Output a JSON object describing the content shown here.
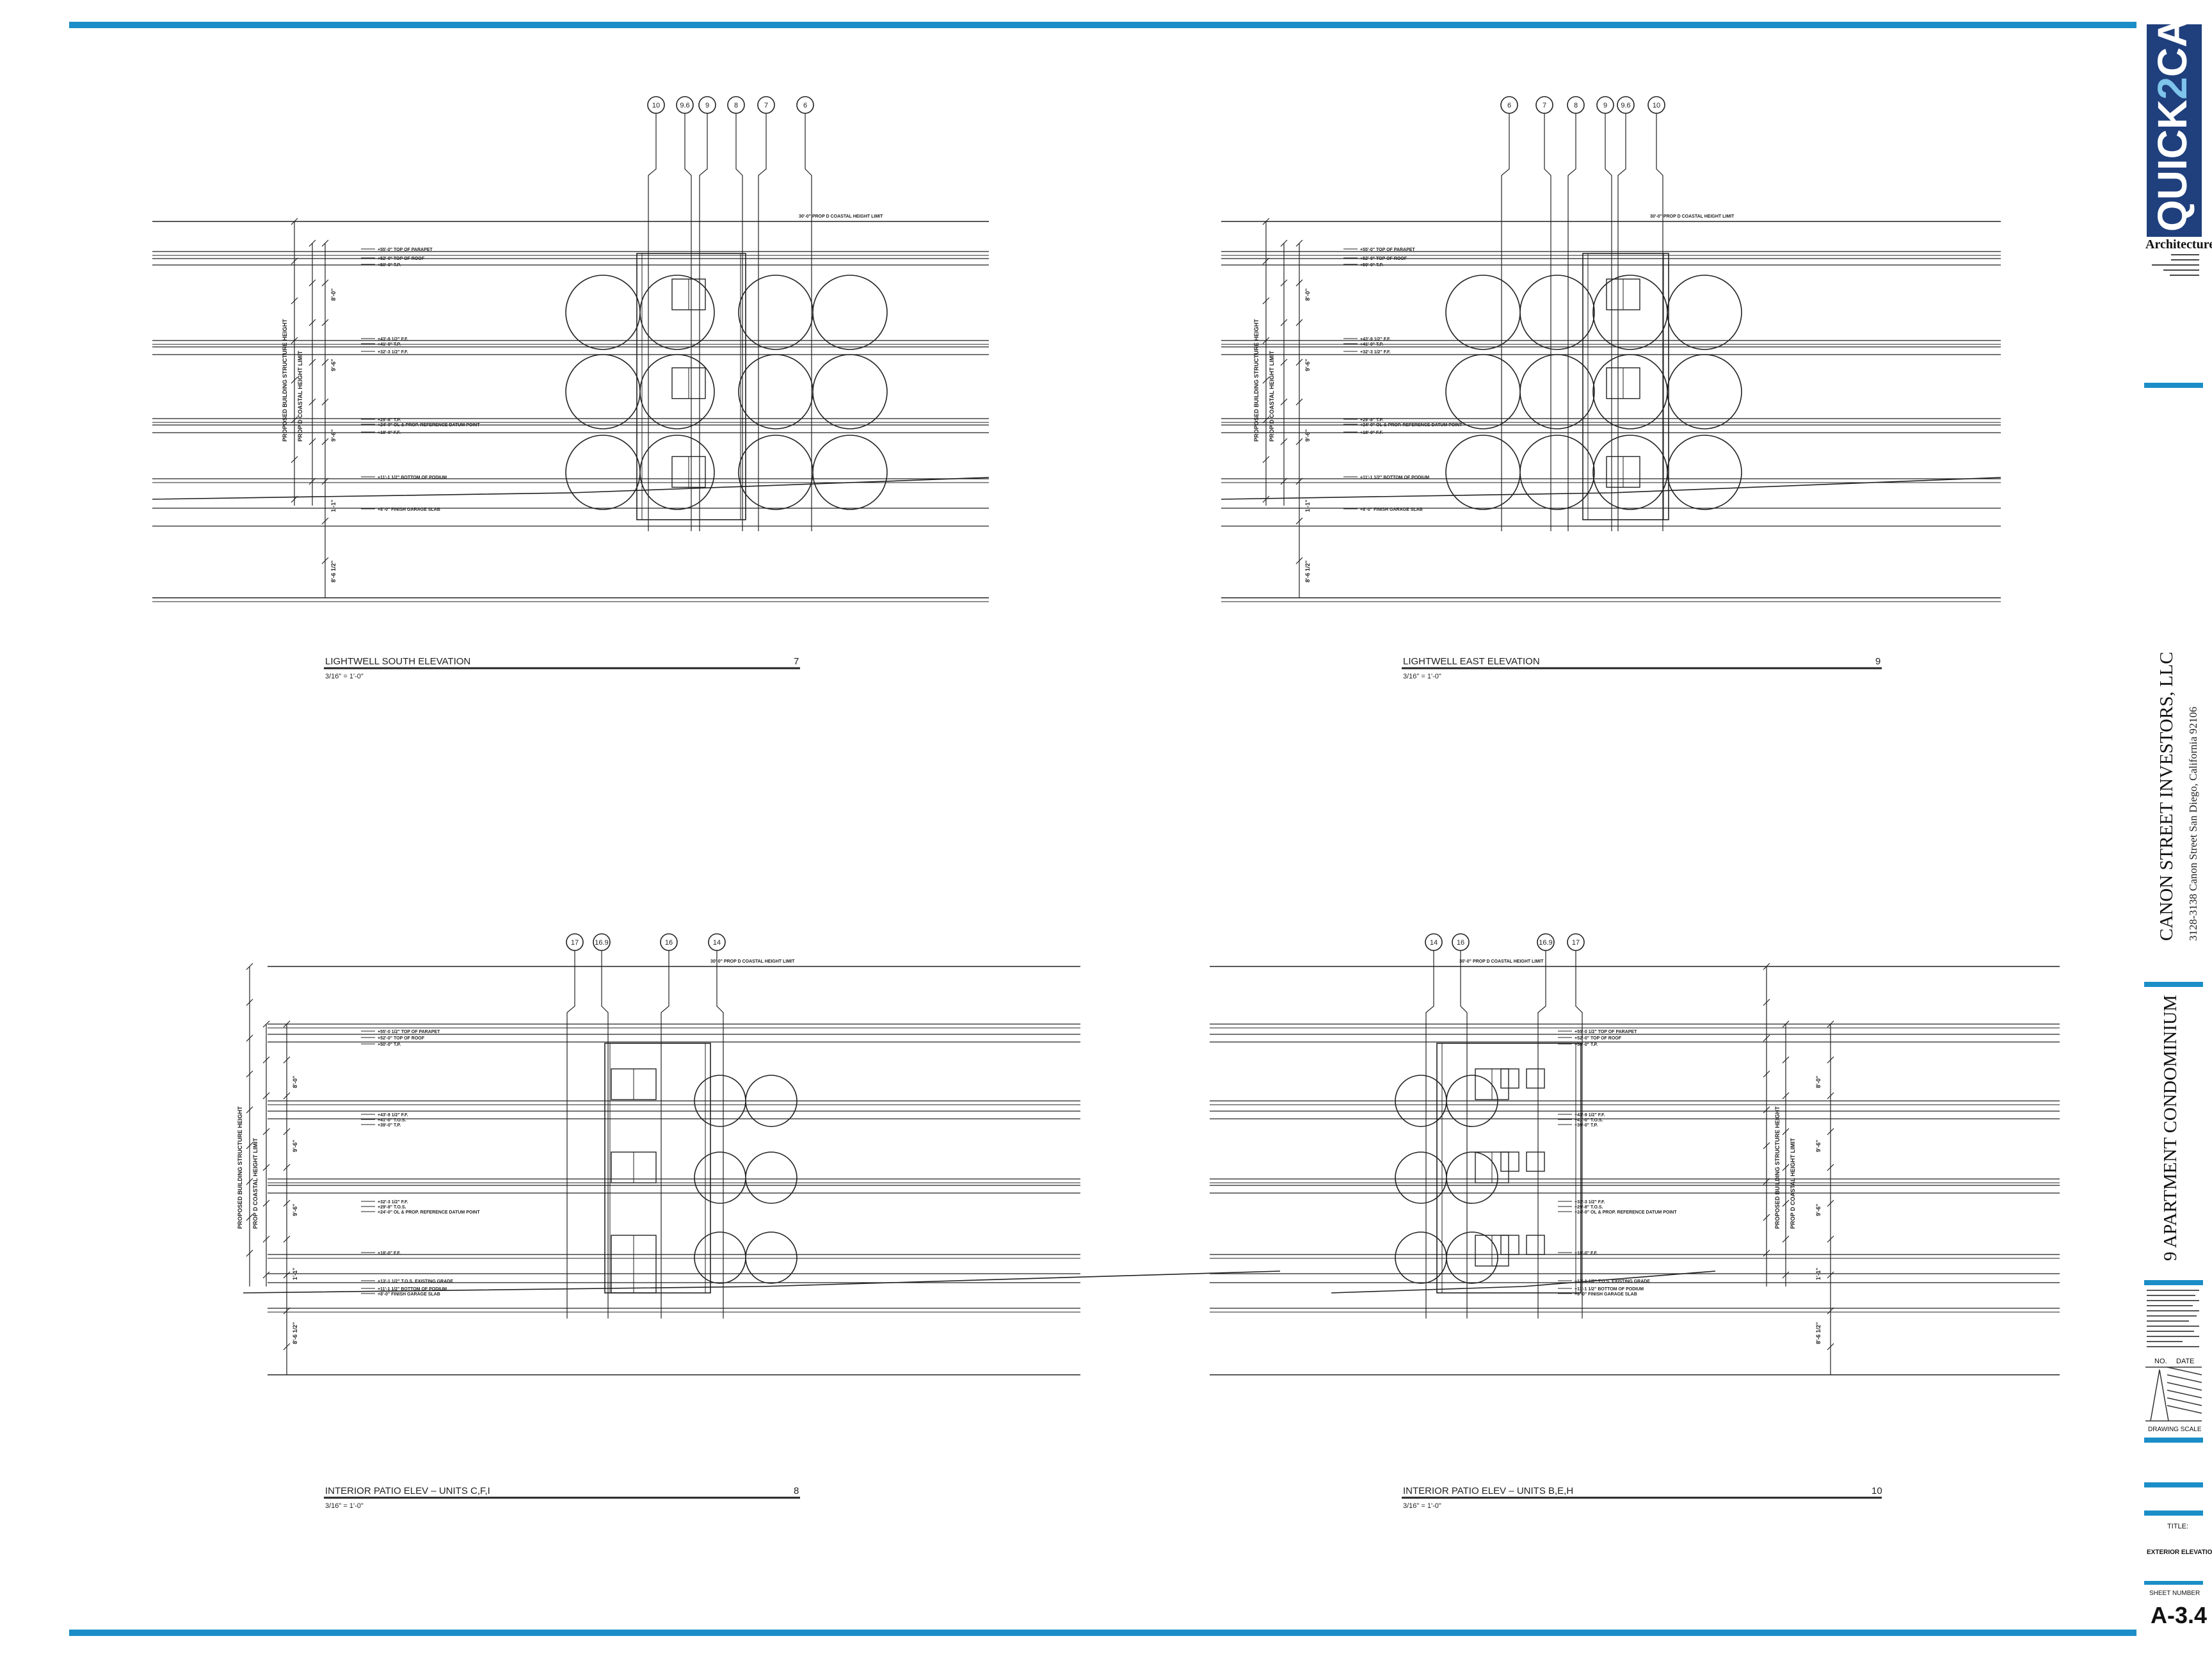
{
  "colors": {
    "accent": "#1b8ec7",
    "logo_bg": "#1f3f7d",
    "ink": "#111111"
  },
  "title_block": {
    "logo_left": "QUICK",
    "logo_mid": "2",
    "logo_right": "CAD",
    "firm": "Architecture",
    "client": "CANON STREET INVESTORS, LLC",
    "client_address": "3128-3138 Canon Street San Diego, California 92106",
    "project": "9 APARTMENT CONDOMINIUM",
    "no_label": "NO.",
    "date_label": "DATE",
    "scale_label": "DRAWING SCALE",
    "title_label": "TITLE:",
    "title_value": "EXTERIOR ELEVATIONS",
    "sheet_label": "SHEET NUMBER",
    "sheet_number": "A-3.4"
  },
  "views": [
    {
      "title": "LIGHTWELL SOUTH ELEVATION",
      "number": "7",
      "scale": "3/16\" = 1'-0\"",
      "grids": [
        "10",
        "9.6",
        "9",
        "8",
        "7",
        "6"
      ],
      "height_limit": "30'-0\" PROP D COASTAL HEIGHT LIMIT",
      "labels": [
        "+55'-0\" TOP OF PARAPET",
        "+52'-0\" TOP OF ROOF",
        "+50'-0\" T.P.",
        "+43'-9 1/2\" F.F.",
        "+41'-0\" T.P.",
        "+32'-3 1/2\" F.F.",
        "+29'-8\" T.P.",
        "+24'-0\" OL & PROP. REFERENCE DATUM POINT",
        "+18'-0\" F.F.",
        "+11'-1 1/2\" BOTTOM OF PODIUM",
        "+8'-0\" FINISH GARAGE SLAB"
      ]
    },
    {
      "title": "LIGHTWELL EAST ELEVATION",
      "number": "9",
      "scale": "3/16\" = 1'-0\"",
      "grids": [
        "6",
        "7",
        "8",
        "9",
        "9.6",
        "10"
      ],
      "height_limit": "30'-0\" PROP D COASTAL HEIGHT LIMIT",
      "labels": [
        "+55'-0\" TOP OF PARAPET",
        "+52'-0\" TOP OF ROOF",
        "+50'-0\" T.P.",
        "+43'-9 1/2\" F.F.",
        "+41'-0\" T.P.",
        "+32'-3 1/2\" F.F.",
        "+29'-8\" T.P.",
        "+24'-0\" OL & PROP. REFERENCE DATUM POINT",
        "+18'-0\" F.F.",
        "+11'-1 1/2\" BOTTOM OF PODIUM",
        "+8'-0\" FINISH GARAGE SLAB"
      ]
    },
    {
      "title": "INTERIOR PATIO ELEV – UNITS C,F,I",
      "number": "8",
      "scale": "3/16\" = 1'-0\"",
      "grids": [
        "17",
        "16.9",
        "16",
        "14"
      ],
      "height_limit": "30'-0\" PROP D COASTAL HEIGHT LIMIT",
      "labels": [
        "+55'-0 1/2\" TOP OF PARAPET",
        "+52'-0\" TOP OF ROOF",
        "+50'-0\" T.P.",
        "+43'-9 1/2\" F.F.",
        "+41'-0\" T.O.S.",
        "+39'-0\" T.P.",
        "+32'-3 1/2\" F.F.",
        "+29'-8\" T.O.S.",
        "+24'-0\" OL & PROP. REFERENCE DATUM POINT",
        "+18'-0\" F.F.",
        "+13'-1 1/2\" T.O.S. EXISTING GRADE",
        "+11'-1 1/2\" BOTTOM OF PODIUM",
        "+8'-0\" FINISH GARAGE SLAB"
      ]
    },
    {
      "title": "INTERIOR PATIO ELEV – UNITS B,E,H",
      "number": "10",
      "scale": "3/16\" = 1'-0\"",
      "grids": [
        "14",
        "16",
        "16.9",
        "17"
      ],
      "height_limit": "30'-0\" PROP D COASTAL HEIGHT LIMIT",
      "labels": [
        "+55'-0 1/2\" TOP OF PARAPET",
        "+52'-0\" TOP OF ROOF",
        "+50'-0\" T.P.",
        "+43'-9 1/2\" F.F.",
        "+41'-0\" T.O.S.",
        "+39'-0\" T.P.",
        "+32'-3 1/2\" F.F.",
        "+29'-8\" T.O.S.",
        "+24'-0\" OL & PROP. REFERENCE DATUM POINT",
        "+18'-0\" F.F.",
        "+13'-1 1/2\" T.O.S. EXISTING GRADE",
        "+11'-1 1/2\" BOTTOM OF PODIUM",
        "+8'-0\" FINISH GARAGE SLAB"
      ]
    }
  ]
}
